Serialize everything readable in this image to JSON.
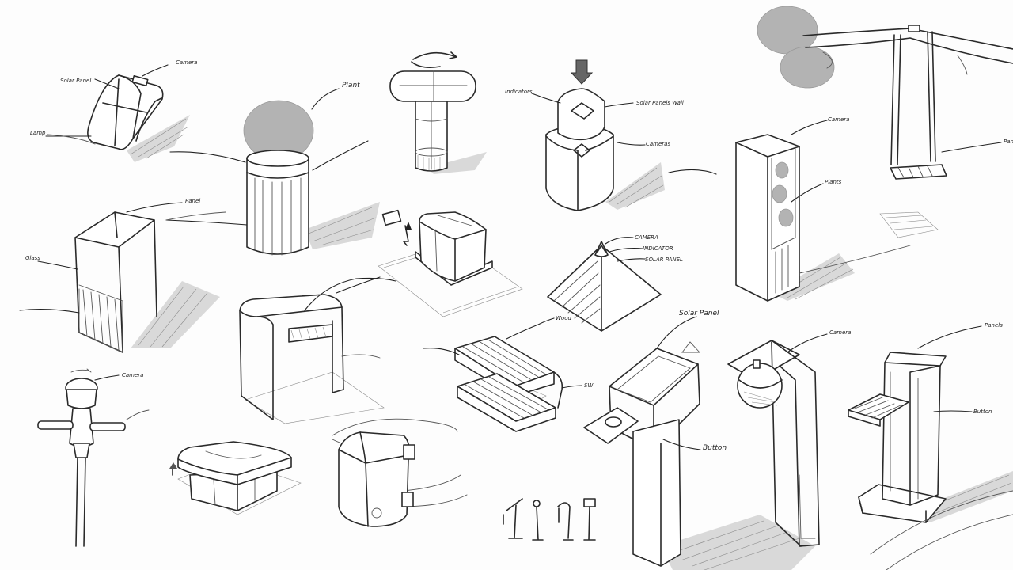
{
  "sheet": {
    "labels": {
      "solar_panel_top_left": "Solar Panel",
      "camera_top_left": "Camera",
      "lamp_top_left": "Lamp",
      "plant": "Plant",
      "panel_shelter": "Panel",
      "glass": "Glass",
      "camera_pole": "Camera",
      "indicators": "Indicators",
      "solar_panels_wall": "Solar Panels Wall",
      "cameras": "Cameras",
      "camera_tower": "Camera",
      "plants": "Plants",
      "panel_swing": "Panel",
      "pyramid_camera": "CAMERA",
      "pyramid_indicator": "INDICATOR",
      "pyramid_solar_panel": "SOLAR PANEL",
      "wood": "Wood",
      "bench_side": "SW",
      "solar_panel_kiosk": "Solar Panel",
      "button_kiosk": "Button",
      "camera_kiosk": "Camera",
      "panels_kiosk": "Panels",
      "button_right": "Button"
    }
  }
}
